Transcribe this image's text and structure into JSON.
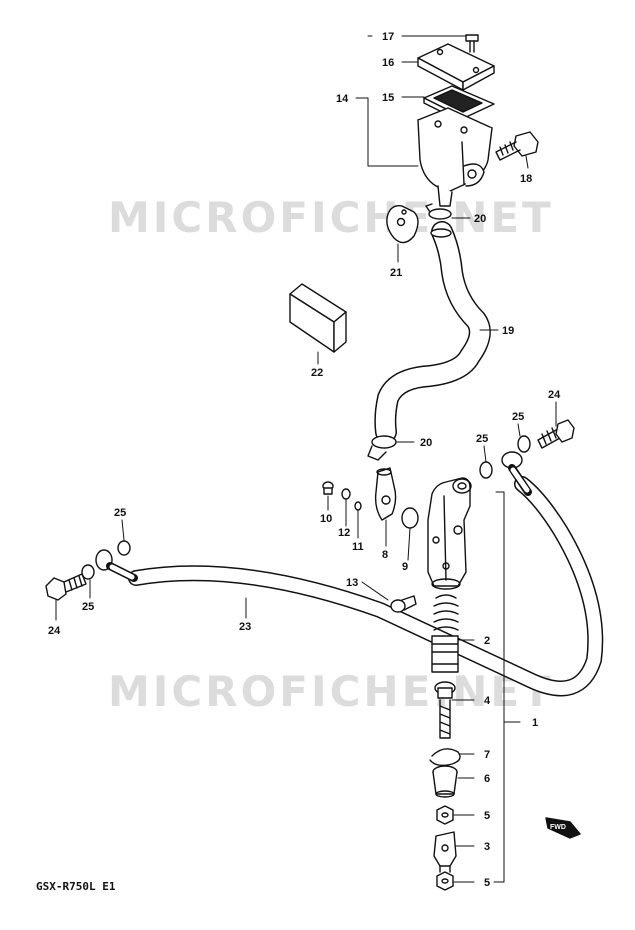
{
  "watermark": "MICROFICHE.NET",
  "model_code": "GSX-R750L E1",
  "callouts": {
    "c17": "17",
    "c16": "16",
    "c15": "15",
    "c14": "14",
    "c18": "18",
    "c20a": "20",
    "c21": "21",
    "c19": "19",
    "c22": "22",
    "c24a": "24",
    "c25a": "25",
    "c25b": "25",
    "c20b": "20",
    "c10": "10",
    "c12": "12",
    "c11": "11",
    "c8": "8",
    "c9": "9",
    "c25c": "25",
    "c24b": "24",
    "c25d": "25",
    "c13": "13",
    "c23": "23",
    "c2": "2",
    "c4": "4",
    "c1": "1",
    "c7": "7",
    "c6": "6",
    "c5a": "5",
    "c3": "3",
    "c5b": "5"
  },
  "fwd_label": "FWD"
}
